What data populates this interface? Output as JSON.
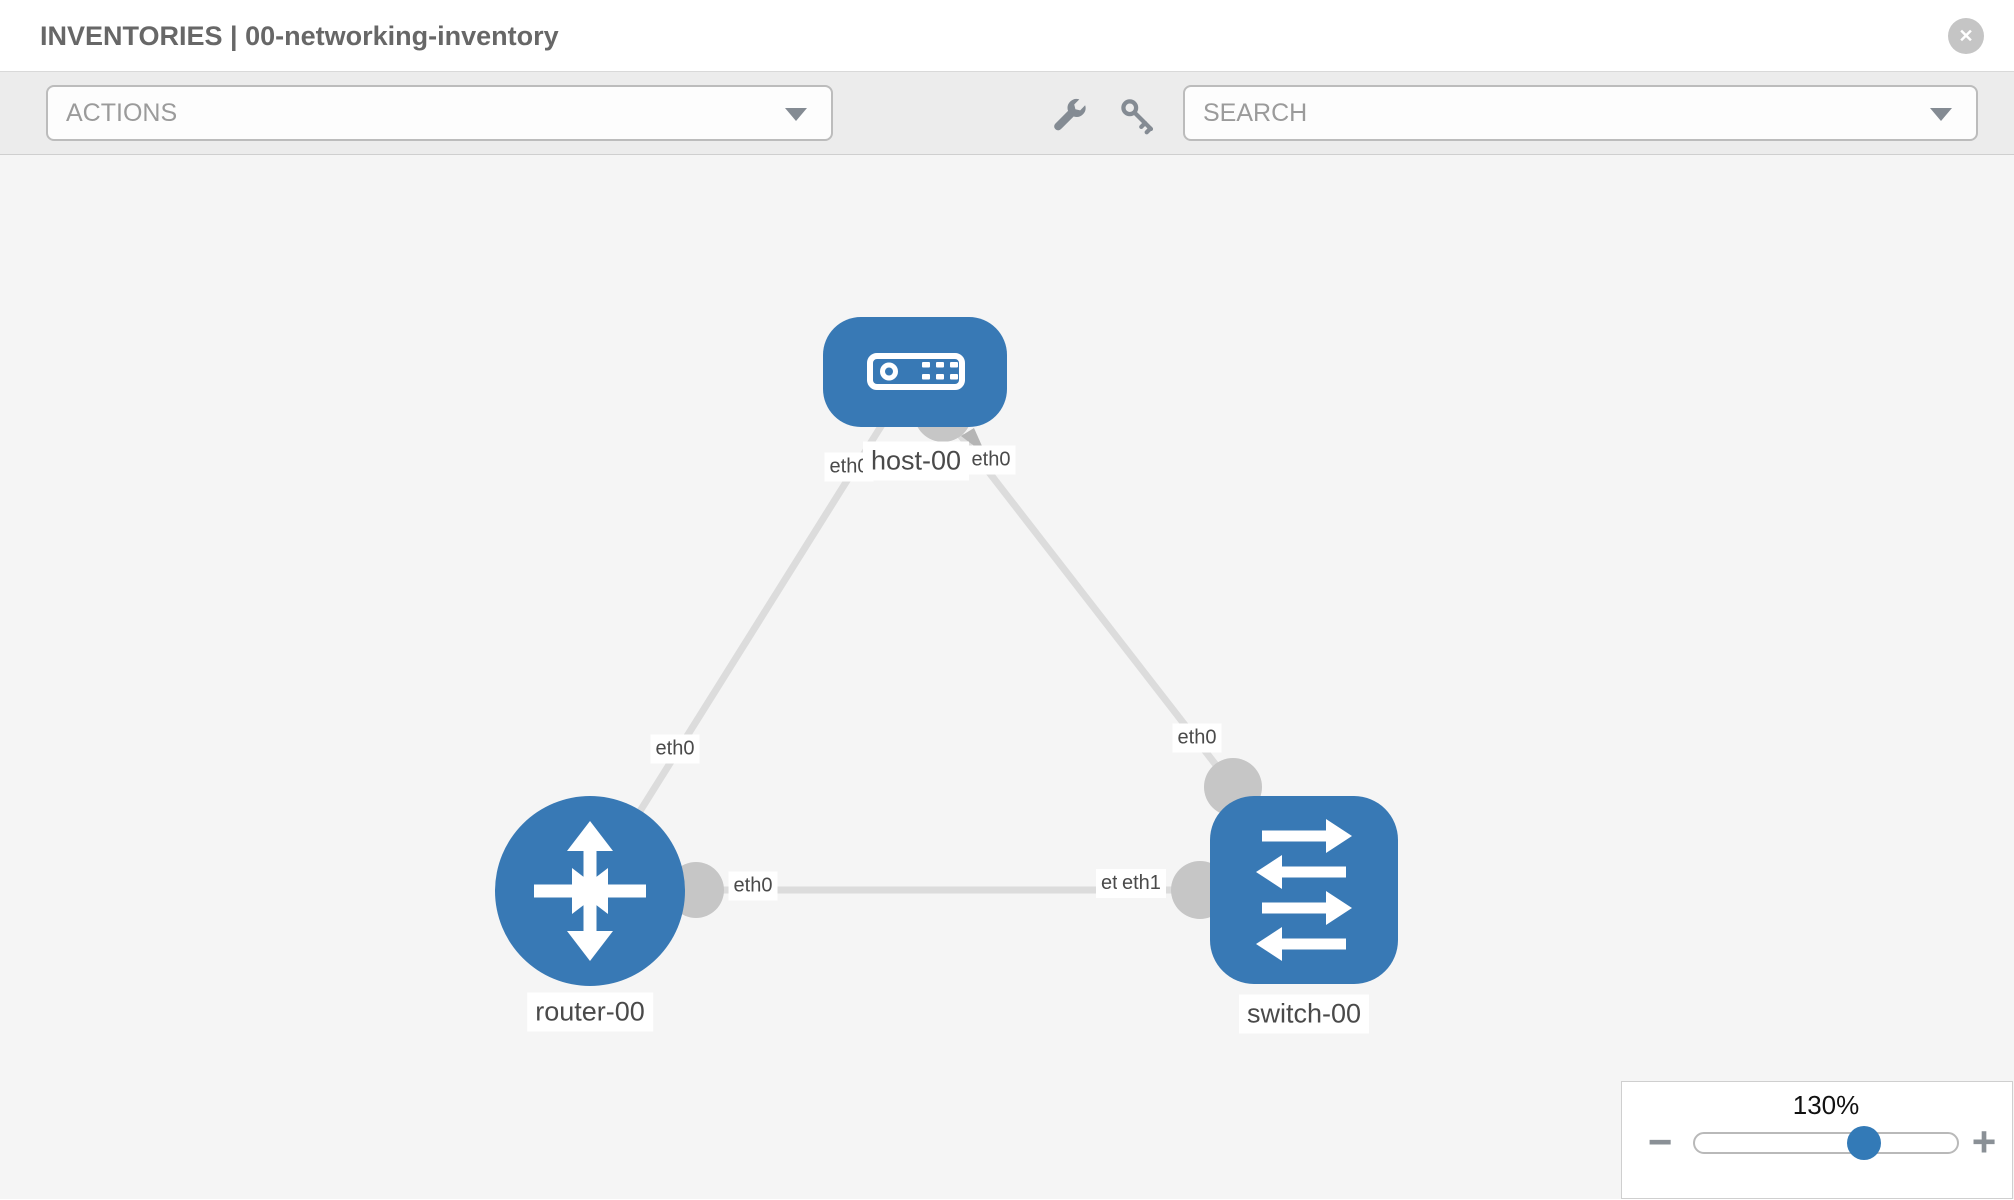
{
  "header": {
    "title": "INVENTORIES | 00-networking-inventory",
    "close_glyph": "✕"
  },
  "toolbar": {
    "actions_label": "ACTIONS",
    "search_label": "SEARCH",
    "icons": [
      "wrench-icon",
      "key-icon",
      "caret-down-icon"
    ]
  },
  "topology": {
    "nodes": [
      {
        "id": "host-00",
        "label": "host-00",
        "type": "host"
      },
      {
        "id": "router-00",
        "label": "router-00",
        "type": "router"
      },
      {
        "id": "switch-00",
        "label": "switch-00",
        "type": "switch"
      }
    ],
    "links": [
      {
        "source": "host-00",
        "target": "router-00",
        "source_interface": "eth0",
        "target_interface": "eth0"
      },
      {
        "source": "host-00",
        "target": "switch-00",
        "source_interface": "eth0",
        "target_interface": "eth0"
      },
      {
        "source": "router-00",
        "target": "switch-00",
        "source_interface": "eth0",
        "target_interface": "eth1",
        "overlapped_label": "eth0"
      }
    ]
  },
  "zoom_control": {
    "level": "130%",
    "minus_glyph": "−",
    "plus_glyph": "+"
  },
  "colors": {
    "node_fill": "#3879b5",
    "link_stroke": "#dcdcdc",
    "connector_fill": "#c6c6c6",
    "slider_knob": "#337ab7",
    "label_text": "#4a4a4a"
  }
}
